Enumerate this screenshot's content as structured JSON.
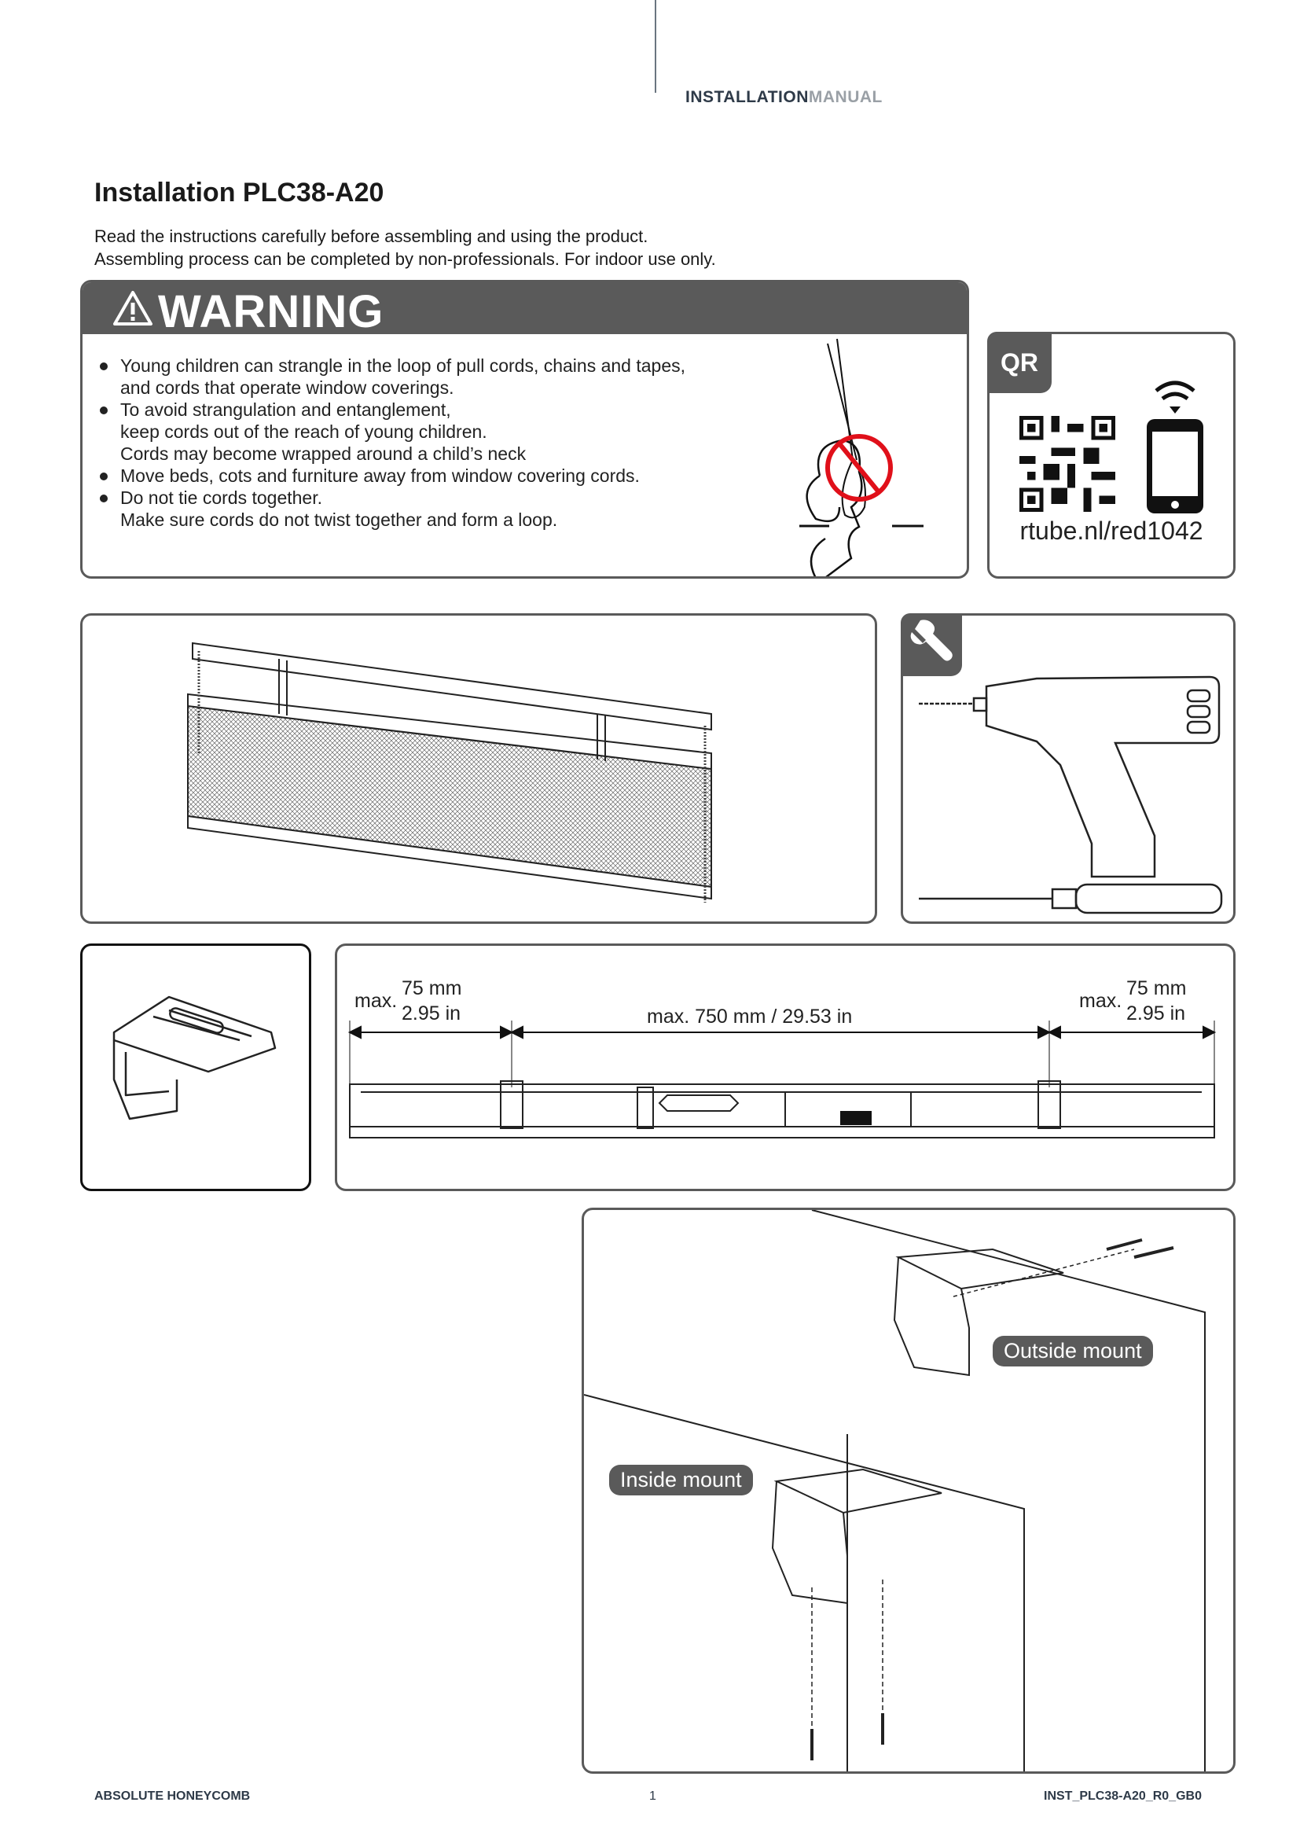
{
  "header": {
    "label_part1": "INSTALLATION",
    "label_part2": "MANUAL"
  },
  "title": "Installation PLC38-A20",
  "intro": [
    "Read the instructions carefully before assembling and using the product.",
    "Assembling process can be completed by non-professionals. For indoor use only."
  ],
  "warning": {
    "title": "WARNING",
    "icon": "warning-triangle-icon",
    "items": [
      {
        "lines": [
          "Young children can strangle in the loop of pull cords, chains and tapes,",
          "and cords that operate window coverings."
        ]
      },
      {
        "lines": [
          "To avoid strangulation and entanglement,",
          "keep cords out of the reach of young children.",
          "Cords may become wrapped around a child’s neck"
        ]
      },
      {
        "lines": [
          "Move beds, cots and furniture away from window covering cords."
        ]
      },
      {
        "lines": [
          "Do not tie cords together.",
          "Make sure cords do not twist together and form a loop."
        ]
      }
    ]
  },
  "qr": {
    "label": "QR",
    "url": "rtube.nl/red1042"
  },
  "dimensions": {
    "left_max": "max.",
    "left_mm": "75 mm",
    "left_in": "2.95 in",
    "center": "max. 750 mm / 29.53 in",
    "right_max": "max.",
    "right_mm": "75 mm",
    "right_in": "2.95 in"
  },
  "mount": {
    "outside": "Outside mount",
    "inside": "Inside mount"
  },
  "footer": {
    "left": "ABSOLUTE HONEYCOMB",
    "page": "1",
    "right": "INST_PLC38-A20_R0_GB0"
  },
  "colors": {
    "panel": "#5a5a5a",
    "prohibit": "#e0101a",
    "header_dark": "#2e3a48",
    "header_light": "#9aa0a6"
  }
}
